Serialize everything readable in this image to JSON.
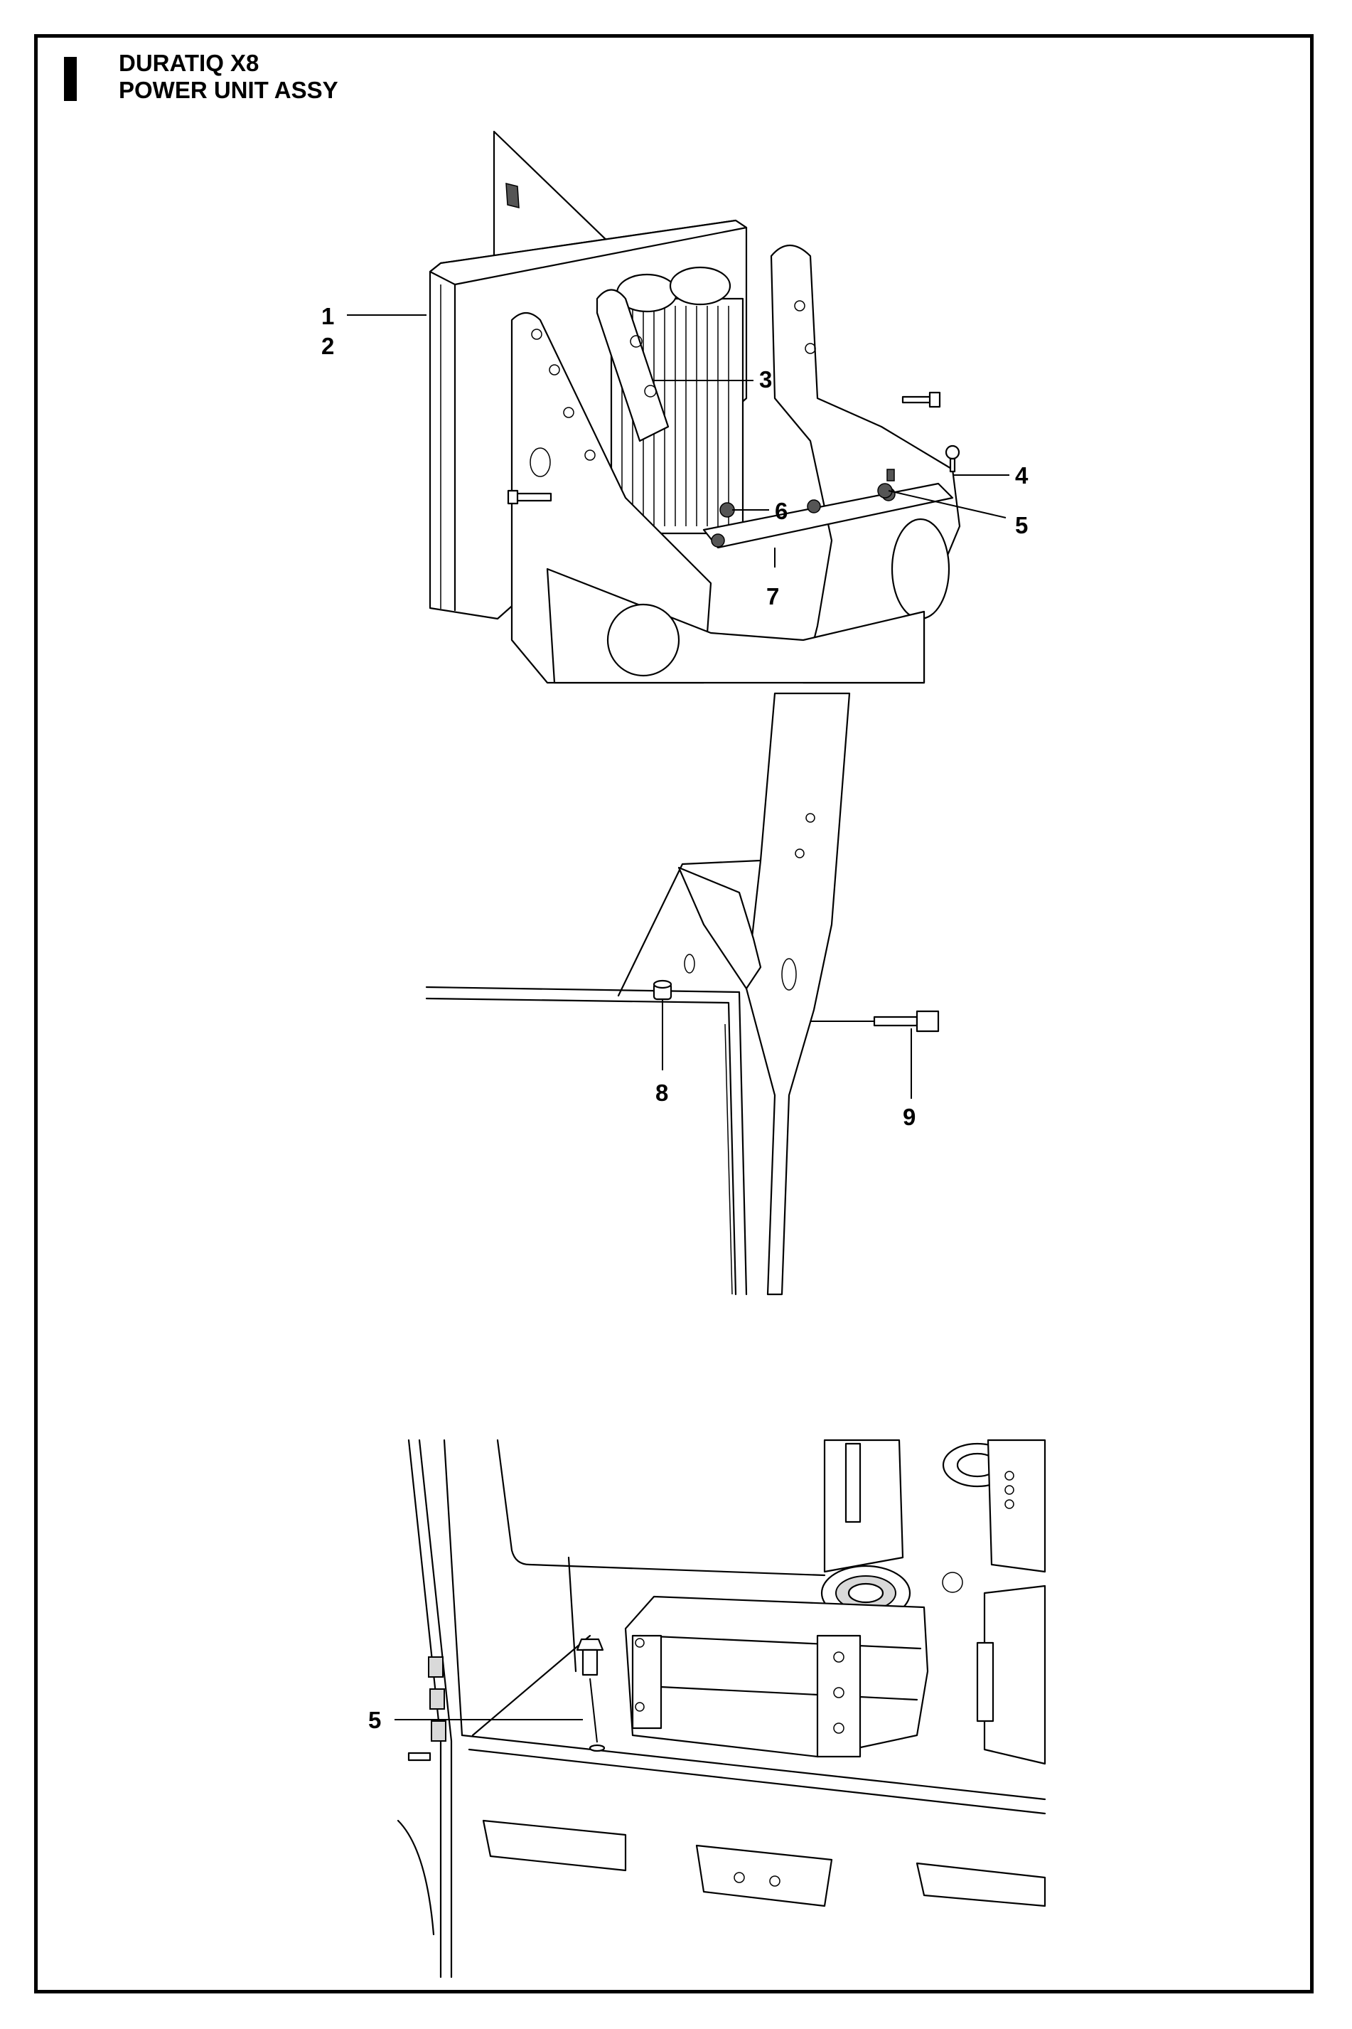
{
  "header": {
    "section_letter": "I",
    "title_line1": "DURATIQ X8",
    "title_line2": "POWER UNIT ASSY"
  },
  "callouts": {
    "top_view": [
      "1",
      "2",
      "3",
      "4",
      "5",
      "6",
      "7"
    ],
    "middle_view": [
      "8",
      "9"
    ],
    "bottom_view": [
      "5"
    ]
  }
}
